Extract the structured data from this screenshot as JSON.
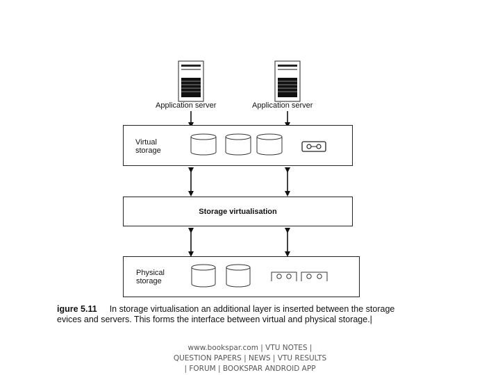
{
  "servers": [
    {
      "label": "Application server"
    },
    {
      "label": "Application server"
    }
  ],
  "layers": {
    "virtual": {
      "label_line1": "Virtual",
      "label_line2": "storage"
    },
    "virtualisation": {
      "label": "Storage virtualisation"
    },
    "physical": {
      "label_line1": "Physical",
      "label_line2": "storage"
    }
  },
  "caption": {
    "figure": "igure 5.11",
    "line1": "In storage virtualisation an additional layer is inserted between the storage",
    "line2": "evices and servers. This forms the interface between virtual and physical storage.|"
  },
  "footer": {
    "line1": "www.bookspar.com | VTU NOTES |",
    "line2": "QUESTION PAPERS | NEWS | VTU RESULTS",
    "line3": "| FORUM | BOOKSPAR ANDROID APP"
  }
}
